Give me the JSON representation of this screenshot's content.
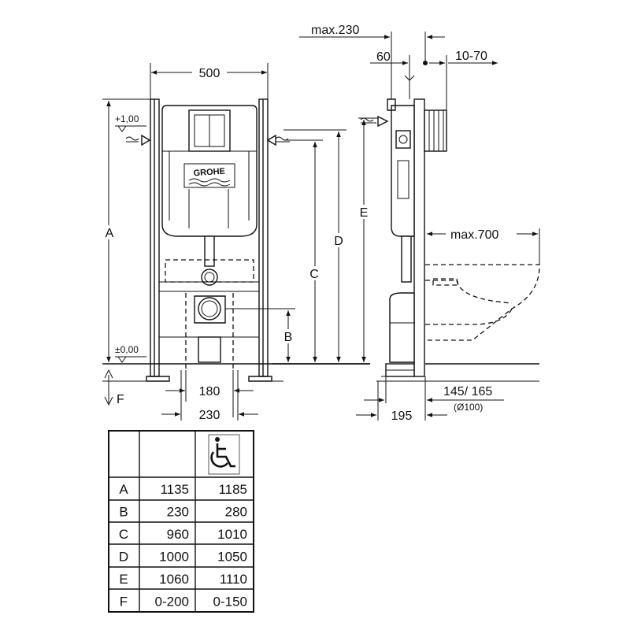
{
  "front_view": {
    "width_label": "500",
    "level_top": "+1,00",
    "level_zero": "±0,00",
    "dim_A": "A",
    "dim_B": "B",
    "dim_C": "C",
    "dim_D": "D",
    "dim_F": "F",
    "dim_180": "180",
    "dim_230": "230",
    "brand_logo": "GROHE"
  },
  "side_view": {
    "max_230": "max.230",
    "dim_60": "60",
    "dim_10_70": "10-70",
    "dim_E": "E",
    "max_700": "max.700",
    "dim_145_165": "145/ 165",
    "dim_diameter": "(Ø100)",
    "dim_195": "195"
  },
  "table": {
    "header_icon": "wheelchair-icon",
    "rows": [
      {
        "key": "A",
        "standard": "1135",
        "accessible": "1185"
      },
      {
        "key": "B",
        "standard": "230",
        "accessible": "280"
      },
      {
        "key": "C",
        "standard": "960",
        "accessible": "1010"
      },
      {
        "key": "D",
        "standard": "1000",
        "accessible": "1050"
      },
      {
        "key": "E",
        "standard": "1060",
        "accessible": "1110"
      },
      {
        "key": "F",
        "standard": "0-200",
        "accessible": "0-150"
      }
    ]
  }
}
